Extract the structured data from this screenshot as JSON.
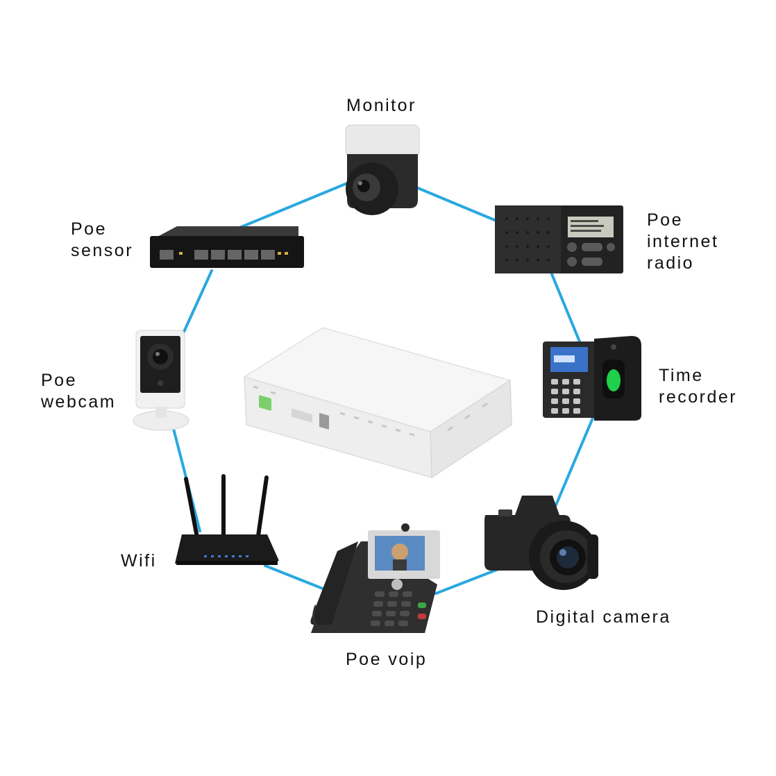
{
  "colors": {
    "connector": "#29a8e0",
    "label_text": "#111111",
    "background": "#ffffff"
  },
  "devices": [
    {
      "id": "monitor",
      "icon": "ptz-camera-icon",
      "label_lines": [
        "Monitor"
      ]
    },
    {
      "id": "poe-internet-radio",
      "icon": "radio-icon",
      "label_lines": [
        "Poe",
        "internet",
        "radio"
      ]
    },
    {
      "id": "time-recorder",
      "icon": "fingerprint-terminal-icon",
      "label_lines": [
        "Time",
        "recorder"
      ]
    },
    {
      "id": "digital-camera",
      "icon": "dslr-camera-icon",
      "label_lines": [
        "Digital camera"
      ]
    },
    {
      "id": "poe-voip",
      "icon": "voip-phone-icon",
      "label_lines": [
        "Poe voip"
      ]
    },
    {
      "id": "wifi",
      "icon": "wifi-router-icon",
      "label_lines": [
        "Wifi"
      ]
    },
    {
      "id": "poe-webcam",
      "icon": "webcam-icon",
      "label_lines": [
        "Poe",
        "webcam"
      ]
    },
    {
      "id": "poe-sensor",
      "icon": "network-switch-icon",
      "label_lines": [
        "Poe",
        "sensor"
      ]
    }
  ],
  "center_device": {
    "icon": "mini-ups-box-icon"
  }
}
